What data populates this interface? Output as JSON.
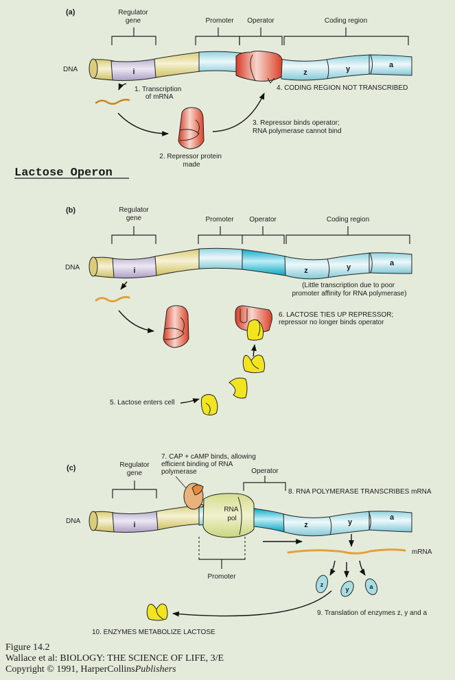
{
  "title": "Lactose Operon",
  "colors": {
    "background": "#e4ebdb",
    "regulator_gene": "#c9c0d9",
    "dna_yellow": "#e2d68a",
    "dna_blue": "#a9dde6",
    "operator_cyan": "#1bb6cf",
    "repressor_red": "#e0432c",
    "lactose_yellow": "#f2e51f",
    "cap_orange": "#e9b27a",
    "rna_pol_green": "#dfe6a6",
    "mrna": "#e5a63b"
  },
  "panels": [
    {
      "id": "a",
      "label": "(a)",
      "dna_label": "DNA",
      "brackets": {
        "regulator": "Regulator\ngene",
        "promoter": "Promoter",
        "operator": "Operator",
        "coding": "Coding region"
      },
      "segments": [
        "i",
        "z",
        "y",
        "a"
      ],
      "steps": [
        {
          "text": "1. Transcription\nof mRNA"
        },
        {
          "text": "2. Repressor protein\nmade"
        },
        {
          "text": "3. Repressor binds operator;\nRNA polymerase cannot bind"
        },
        {
          "text": "4. CODING REGION NOT TRANSCRIBED"
        }
      ]
    },
    {
      "id": "b",
      "label": "(b)",
      "dna_label": "DNA",
      "brackets": {
        "regulator": "Regulator\ngene",
        "promoter": "Promoter",
        "operator": "Operator",
        "coding": "Coding region"
      },
      "segments": [
        "i",
        "z",
        "y",
        "a"
      ],
      "note": "(Little transcription due to poor\npromoter affinity for RNA polymerase)",
      "steps": [
        {
          "text": "5. Lactose enters cell"
        },
        {
          "text": "6. LACTOSE TIES UP REPRESSOR;\nrepressor no longer binds operator"
        }
      ]
    },
    {
      "id": "c",
      "label": "(c)",
      "dna_label": "DNA",
      "brackets": {
        "regulator": "Regulator\ngene",
        "operator": "Operator",
        "promoter": "Promoter"
      },
      "segments": [
        "i",
        "z",
        "y",
        "a"
      ],
      "rna_pol": "RNA\npol",
      "mrna_label": "mRNA",
      "enzymes": [
        "z",
        "y",
        "a"
      ],
      "steps": [
        {
          "text": "7. CAP + cAMP binds, allowing\nefficient binding of RNA\npolymerase"
        },
        {
          "text": "8. RNA POLYMERASE TRANSCRIBES mRNA"
        },
        {
          "text": "9. Translation of enzymes z, y and  a"
        },
        {
          "text": "10. ENZYMES METABOLIZE LACTOSE"
        }
      ]
    }
  ],
  "footer": {
    "figure": "Figure 14.2",
    "citation": "Wallace et al: BIOLOGY: THE SCIENCE OF LIFE, 3/E",
    "copyright_prefix": "Copyright © 1991, HarperCollins",
    "copyright_italic": "Publishers"
  }
}
